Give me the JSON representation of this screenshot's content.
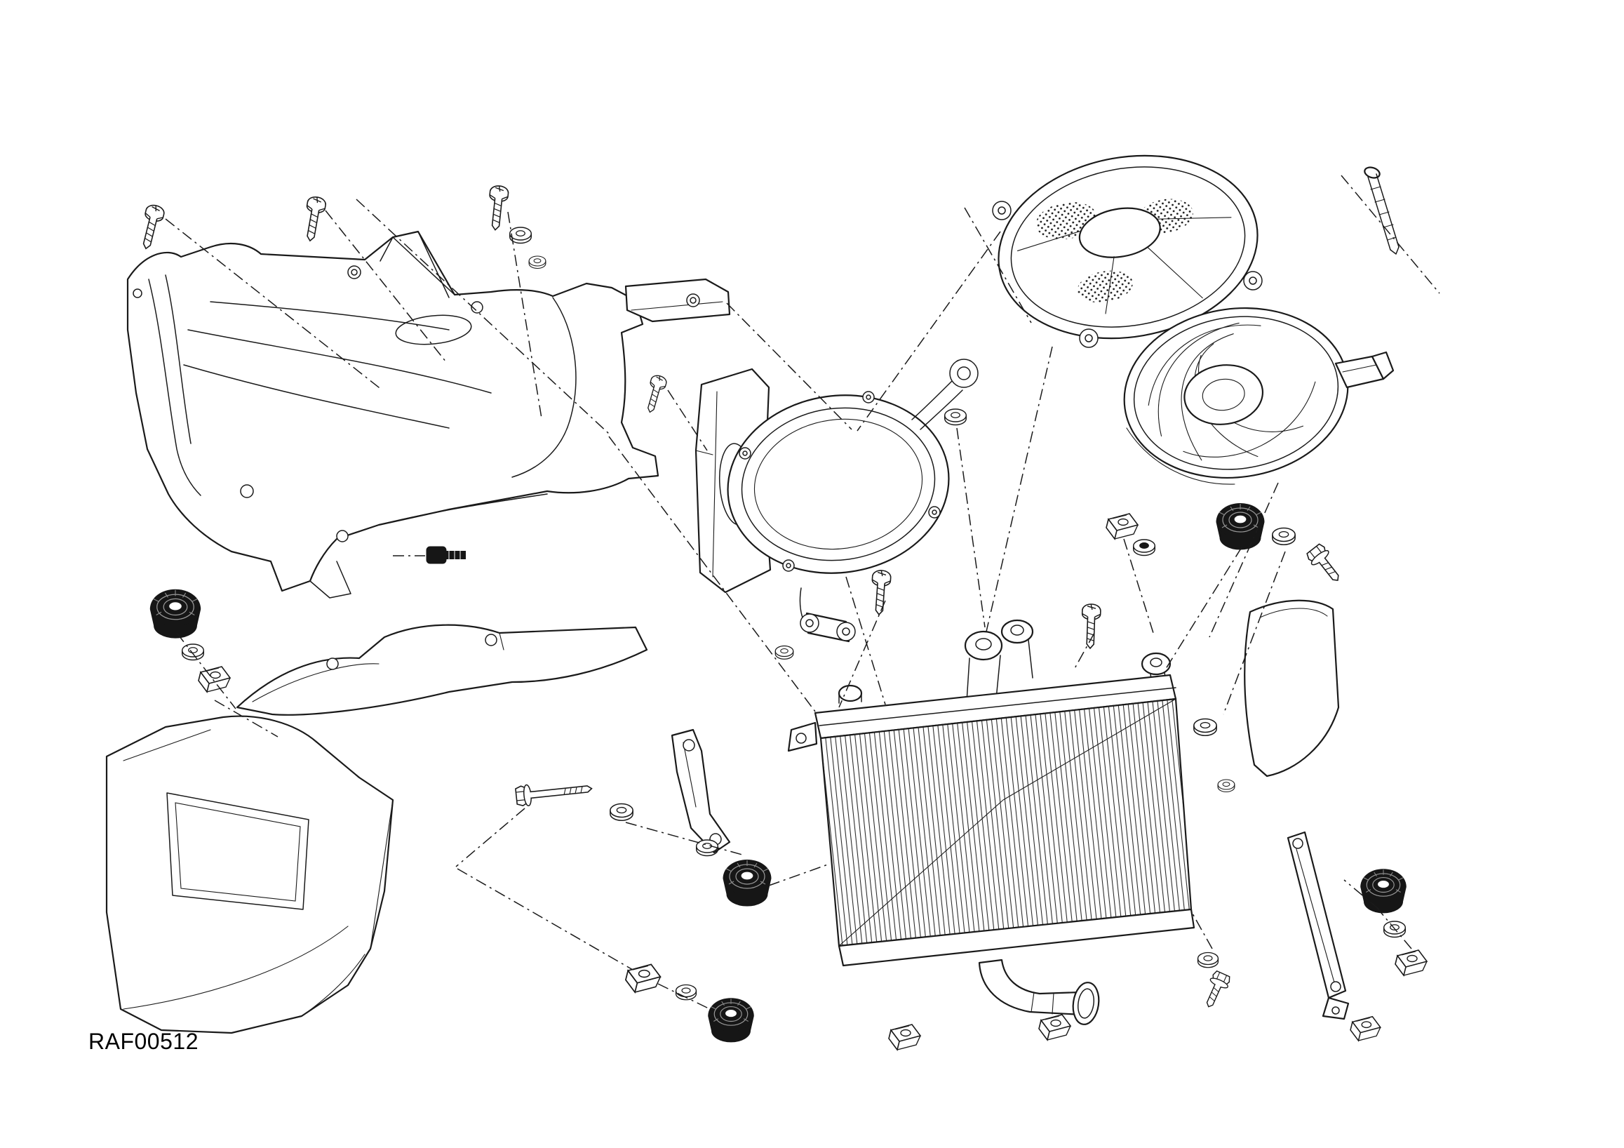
{
  "figure": {
    "code": "RAF00512",
    "type": "exploded-parts-diagram",
    "background_color": "#ffffff",
    "line_color": "#1a1a1a"
  },
  "parts": [
    {
      "name": "upper-air-duct-fairing"
    },
    {
      "name": "fairing-top-bracket"
    },
    {
      "name": "headlamp-support-bracket"
    },
    {
      "name": "fan-shroud"
    },
    {
      "name": "cooling-fan-motor"
    },
    {
      "name": "fan-connector"
    },
    {
      "name": "radiator"
    },
    {
      "name": "radiator-outlet-hose"
    },
    {
      "name": "lower-fairing-panel"
    },
    {
      "name": "fairing-upper-strip"
    },
    {
      "name": "radiator-stay-bracket"
    },
    {
      "name": "side-stay-bracket"
    },
    {
      "name": "side-panel-fragment"
    },
    {
      "name": "pan-head-screw"
    },
    {
      "name": "hex-flange-bolt"
    },
    {
      "name": "long-hex-bolt"
    },
    {
      "name": "thin-bolt"
    },
    {
      "name": "shoulder-screw"
    },
    {
      "name": "flat-washer"
    },
    {
      "name": "rubber-mount"
    },
    {
      "name": "clip-nut"
    }
  ]
}
